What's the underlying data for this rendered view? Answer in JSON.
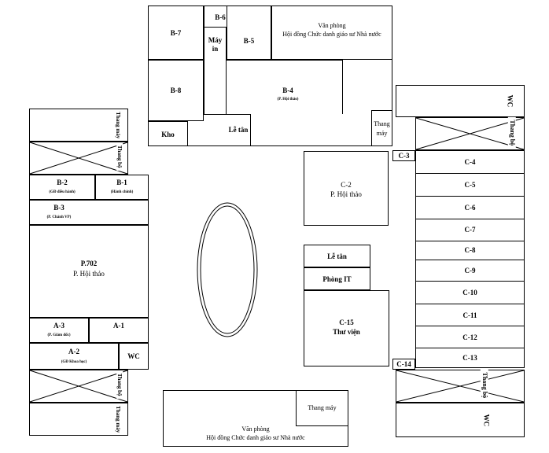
{
  "top_wing": {
    "b7": "B-7",
    "b6": "B-6",
    "printer": [
      "Máy",
      "in"
    ],
    "b5": "B-5",
    "office": [
      "Văn phòng",
      "Hội đồng Chức danh giáo sư Nhà nước"
    ],
    "b8": "B-8",
    "b4": "B-4",
    "b4_sub": "(P. Hội thảo)",
    "storage": "Kho",
    "reception": "Lễ tân",
    "elevator": [
      "Thang",
      "máy"
    ]
  },
  "left_wing": {
    "elevator": "Thang máy",
    "stairs": "Thang bộ",
    "b2": "B-2",
    "b2_sub": "(GĐ điều hành)",
    "b1": "B-1",
    "b1_sub": "(Hành chính)",
    "b3": "B-3",
    "b3_sub": "(P. Chánh VP)",
    "p702": "P.702",
    "p702_sub": "P. Hội thảo",
    "a3": "A-3",
    "a3_sub": "(P. Giám đốc)",
    "a1": "A-1",
    "a2": "A-2",
    "a2_sub": "(GĐ Khoa học)",
    "wc": "WC",
    "stairs_lower": "Thang bộ",
    "elevator_lower": "Thang máy"
  },
  "center": {
    "c2": "C-2",
    "c2_sub": "P. Hội thảo",
    "reception": "Lễ tân",
    "it_room": "Phòng IT",
    "c15": "C-15",
    "c15_sub": "Thư viện"
  },
  "right_wing": {
    "wc_top": "WC",
    "stairs_top": "Thang bộ",
    "c3": "C-3",
    "rooms": [
      "C-4",
      "C-5",
      "C-6",
      "C-7",
      "C-8",
      "C-9",
      "C-10",
      "C-11",
      "C-12",
      "C-13"
    ],
    "c14": "C-14",
    "stairs_bottom": "Thang bộ",
    "wc_bottom": "WC"
  },
  "bottom_wing": {
    "elevator": "Thang máy",
    "office": [
      "Văn phòng",
      "Hội đồng Chức danh giáo sư Nhà nước"
    ]
  }
}
